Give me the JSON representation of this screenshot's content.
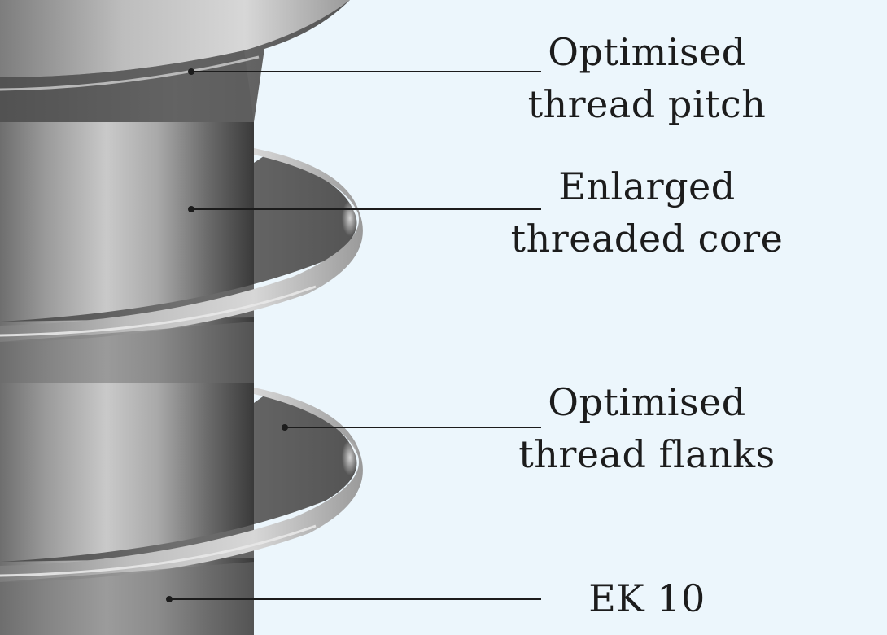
{
  "callouts": [
    {
      "id": "pitch",
      "lines": [
        "Optimised",
        "thread pitch"
      ]
    },
    {
      "id": "core",
      "lines": [
        "Enlarged",
        "threaded core"
      ]
    },
    {
      "id": "flanks",
      "lines": [
        "Optimised",
        "thread flanks"
      ]
    },
    {
      "id": "model",
      "lines": [
        "EK 10"
      ]
    }
  ],
  "colors": {
    "background": "#ecf6fc",
    "leader": "#1c1c1c",
    "metal_light": "#d8d8d8",
    "metal_mid": "#8e8e8e",
    "metal_dark": "#3c3c3c"
  }
}
